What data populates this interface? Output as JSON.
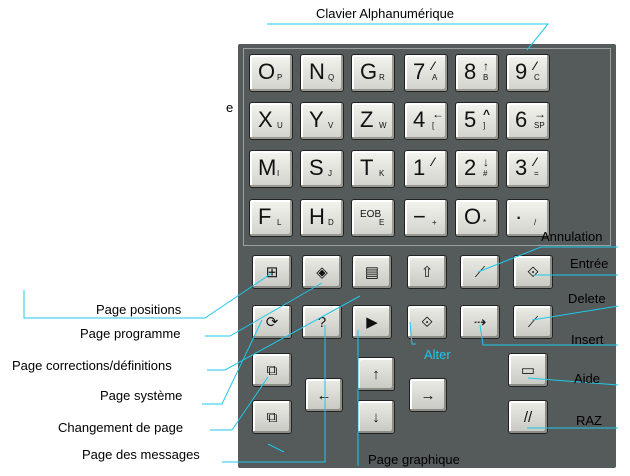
{
  "title": "Clavier Alphanumérique",
  "stray_char": "e",
  "keys": [
    {
      "main": "O",
      "sub": "P"
    },
    {
      "main": "N",
      "sub": "Q"
    },
    {
      "main": "G",
      "sub": "R"
    },
    {
      "main": "7",
      "sub": "A",
      "glyph": "⁄"
    },
    {
      "main": "8",
      "sub": "B",
      "glyph": "↑"
    },
    {
      "main": "9",
      "sub": "C",
      "glyph": "⁄"
    },
    {
      "main": "X",
      "sub": "U"
    },
    {
      "main": "Y",
      "sub": "V"
    },
    {
      "main": "Z",
      "sub": "W"
    },
    {
      "main": "4",
      "sub": "[",
      "glyph": "←"
    },
    {
      "main": "5",
      "sub": "]",
      "glyph": "^"
    },
    {
      "main": "6",
      "sub": "SP",
      "glyph": "→"
    },
    {
      "main": "M",
      "sub": "I"
    },
    {
      "main": "S",
      "sub": "J"
    },
    {
      "main": "T",
      "sub": "K"
    },
    {
      "main": "1",
      "sub": "",
      "glyph": "⁄"
    },
    {
      "main": "2",
      "sub": "#",
      "glyph": "↓"
    },
    {
      "main": "3",
      "sub": "=",
      "glyph": "⁄"
    },
    {
      "main": "F",
      "sub": "L"
    },
    {
      "main": "H",
      "sub": "D"
    },
    {
      "main": "EOB",
      "sub": "E"
    },
    {
      "main": "−",
      "sub": "+"
    },
    {
      "main": "O",
      "sub": "*"
    },
    {
      "main": "·",
      "sub": "/"
    }
  ],
  "function_keys": {
    "positions": "⊞",
    "programme": "◈",
    "corrections": "▤",
    "arrow_up_big": "⇧",
    "annulation": "⟋",
    "entree": "⟐",
    "systeme": "⟳",
    "messages": "?",
    "graphique": "▶",
    "alter": "⟐",
    "insert": "⇢",
    "delete": "⟋",
    "changement": "⧉",
    "page_change": "⧉",
    "cursor_up": "↑",
    "cursor_left": "←",
    "cursor_right": "→",
    "cursor_down": "↓",
    "aide": "▭",
    "raz": "//"
  },
  "labels": {
    "annulation": "Annulation",
    "entree": "Entrée",
    "delete": "Delete",
    "insert": "Insert",
    "aide": "Aide",
    "raz": "RAZ",
    "alter": "Alter",
    "page_positions": "Page positions",
    "page_programme": "Page programme",
    "page_corrections": "Page corrections/définitions",
    "page_systeme": "Page système",
    "changement_page": "Changement de page",
    "page_messages": "Page des messages",
    "page_graphique": "Page graphique"
  }
}
